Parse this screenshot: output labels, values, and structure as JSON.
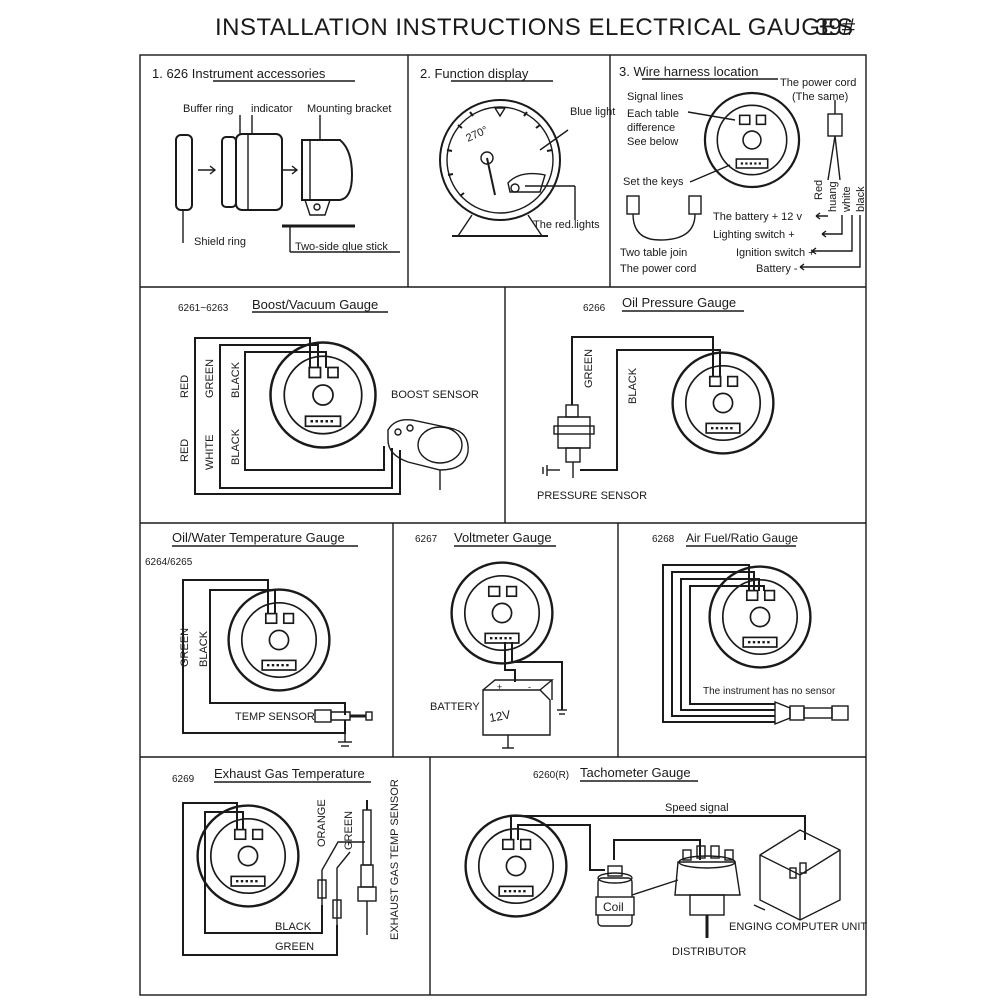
{
  "header": {
    "title": "INSTALLATION INSTRUCTIONS ELECTRICAL GAUGES",
    "page": "39#"
  },
  "accessories": {
    "title": "1. 626   Instrument accessories",
    "buffer_ring": "Buffer ring",
    "indicator": "indicator",
    "mounting_bracket": "Mounting bracket",
    "shield_ring": "Shield ring",
    "glue_stick": "Two-side glue stick"
  },
  "function_display": {
    "title": "2.   Function display",
    "blue_light": "Blue light",
    "degrees": "270°",
    "red_lights": "The red.lights"
  },
  "wire_harness": {
    "title": "3.   Wire harness location",
    "signal_lines": "Signal lines",
    "each_table": "Each table",
    "difference": "difference",
    "see_below": "See below",
    "set_keys": "Set the keys",
    "power_cord": "The power cord",
    "the_same": "(The same)",
    "two_table_join": "Two table join",
    "the_power_cord": "The power cord",
    "wire_colors": [
      "Red",
      "huang",
      "white",
      "black"
    ],
    "battery12": "The battery + 12 v",
    "lighting": "Lighting switch +",
    "ignition": "Ignition switch +",
    "battery_minus": "Battery -"
  },
  "boost": {
    "model": "6261~6263",
    "title": "Boost/Vacuum Gauge",
    "sensor": "BOOST SENSOR",
    "red": "RED",
    "green": "GREEN",
    "black": "BLACK",
    "white": "WHITE"
  },
  "oil": {
    "model": "6266",
    "title": "Oil Pressure Gauge",
    "sensor": "PRESSURE SENSOR",
    "green": "GREEN",
    "black": "BLACK"
  },
  "temp": {
    "title": "Oil/Water Temperature Gauge",
    "model": "6264/6265",
    "sensor": "TEMP SENSOR",
    "green": "GREEN",
    "black": "BLACK"
  },
  "volt": {
    "model": "6267",
    "title": "Voltmeter Gauge",
    "battery": "BATTERY",
    "twelve_v": "12V"
  },
  "afr": {
    "model": "6268",
    "title": "Air Fuel/Ratio Gauge",
    "no_sensor": "The instrument has no sensor"
  },
  "egt": {
    "model": "6269",
    "title": "Exhaust Gas Temperature",
    "orange": "ORANGE",
    "green": "GREEN",
    "sensor": "EXHAUST GAS TEMP SENSOR",
    "black": "BLACK",
    "green2": "GREEN"
  },
  "tach": {
    "model": "6260(R)",
    "title": "Tachometer Gauge",
    "speed_signal": "Speed signal",
    "coil": "Coil",
    "ecu": "ENGING COMPUTER UNIT",
    "distributor": "DISTRIBUTOR"
  }
}
